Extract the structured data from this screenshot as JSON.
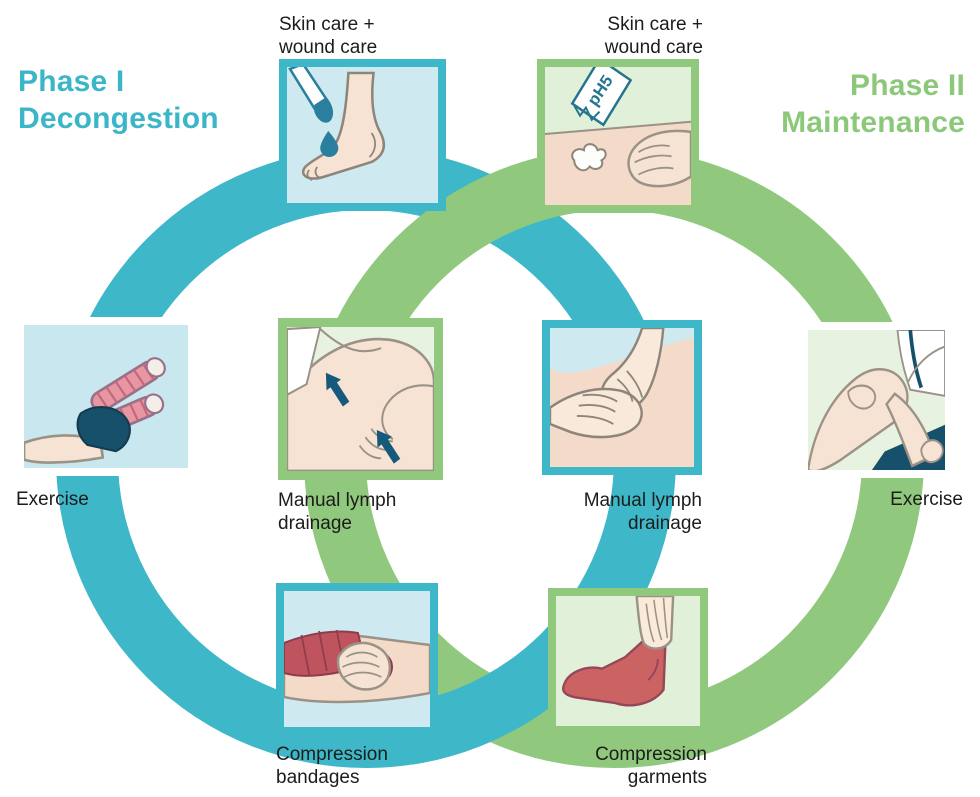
{
  "phase1": {
    "title": [
      "Phase I",
      "Decongestion"
    ],
    "color": "#3eb7c9",
    "items": {
      "skin_care": {
        "label": [
          "Skin care +",
          "wound care"
        ],
        "icon": "brush-foot-illustration"
      },
      "exercise": {
        "label": [
          "Exercise"
        ],
        "icon": "legs-raised-bandaged-illustration"
      },
      "manual_lymph_drainage": {
        "label": [
          "Manual lymph",
          "drainage"
        ],
        "icon": "arm-massage-arrows-illustration"
      },
      "compression": {
        "label": [
          "Compression",
          "bandages"
        ],
        "icon": "bandage-wrapping-illustration"
      }
    }
  },
  "phase2": {
    "title": [
      "Phase II",
      "Maintenance"
    ],
    "color": "#90c87d",
    "items": {
      "skin_care": {
        "label": [
          "Skin care +",
          "wound care"
        ],
        "icon": "ph5-cream-hand-illustration",
        "tube_text": "pH5"
      },
      "exercise": {
        "label": [
          "Exercise"
        ],
        "icon": "knee-stretch-illustration"
      },
      "manual_lymph_drainage": {
        "label": [
          "Manual lymph",
          "drainage"
        ],
        "icon": "hands-massage-illustration"
      },
      "compression": {
        "label": [
          "Compression",
          "garments"
        ],
        "icon": "stocking-pull-illustration"
      }
    }
  },
  "colors": {
    "teal": "#3eb7c9",
    "green": "#90c87d",
    "title_teal": "#3bb5c8",
    "title_green": "#8cc879",
    "light_blue": "#cfe9f0",
    "light_green": "#e7f2e0",
    "pale_green": "#e1f0d8",
    "skin": "#f6e0cf",
    "dark_teal_accent": "#155a7c",
    "bandage_red": "#c0545e",
    "text": "#1c1c1a"
  }
}
